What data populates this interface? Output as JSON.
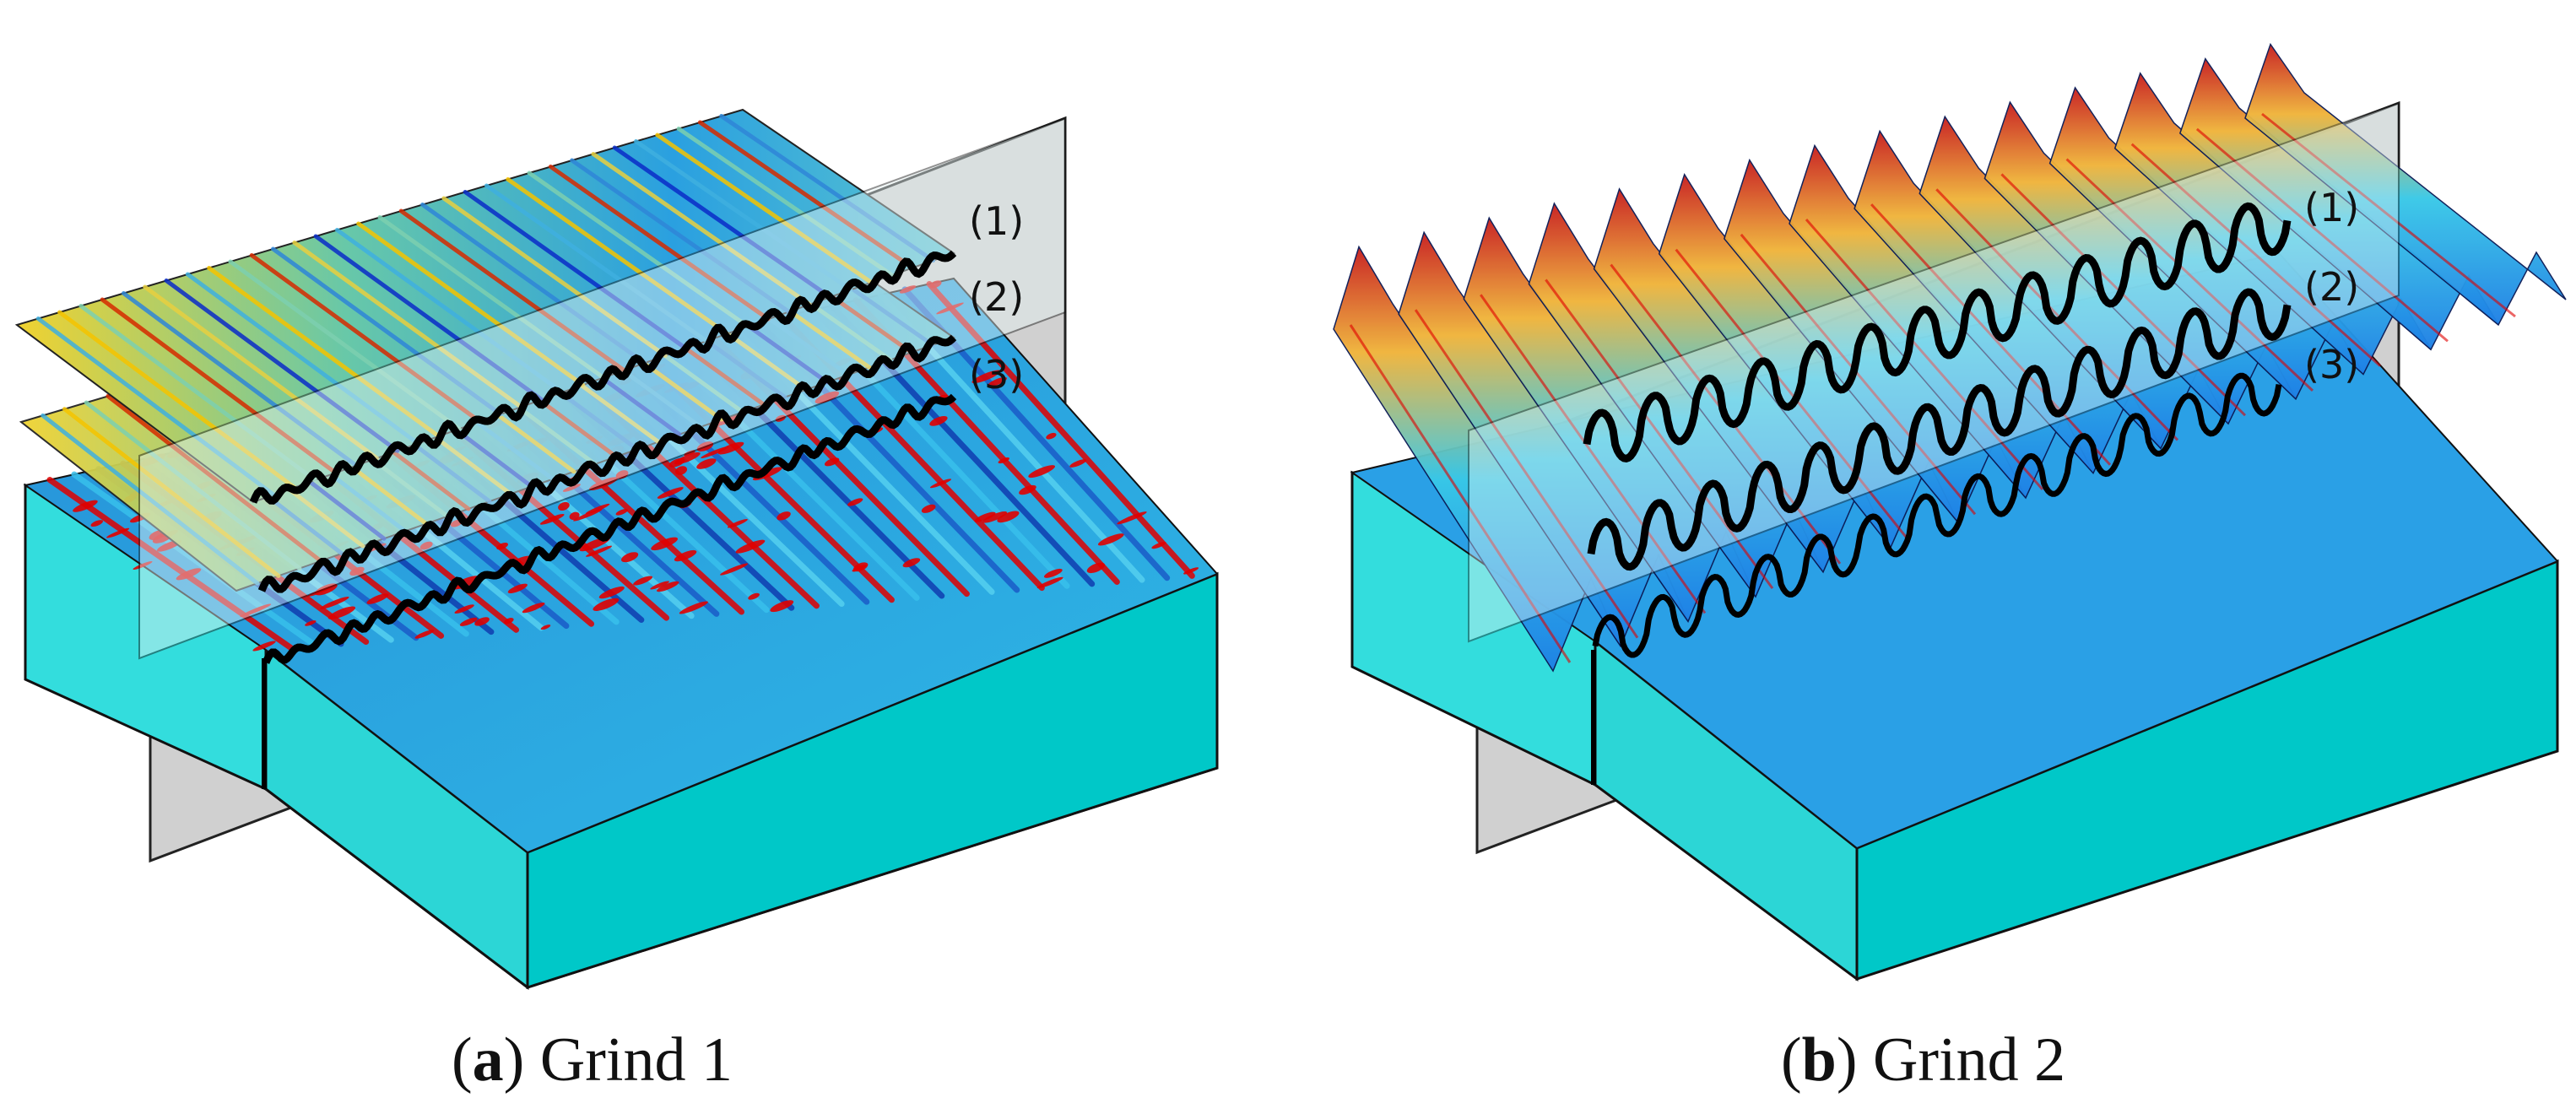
{
  "panels": [
    {
      "id": "a",
      "caption_letter": "a",
      "caption_text": "Grind 1",
      "profile_labels": [
        "(1)",
        "(2)",
        "(3)"
      ]
    },
    {
      "id": "b",
      "caption_letter": "b",
      "caption_text": "Grind 2",
      "profile_labels": [
        "(1)",
        "(2)",
        "(3)"
      ]
    }
  ],
  "colors": {
    "block": "#00cccc",
    "block_side": "#33dddd",
    "plane": "#c8c8c8",
    "plane_overlay": "#d9f2f2",
    "profile_line": "#000000",
    "ridge_high": "#d62a00",
    "ridge_mid": "#f5c400",
    "ridge_low": "#0a2cc8",
    "surface_base": "#2aa9e8",
    "pit": "#e00000"
  }
}
